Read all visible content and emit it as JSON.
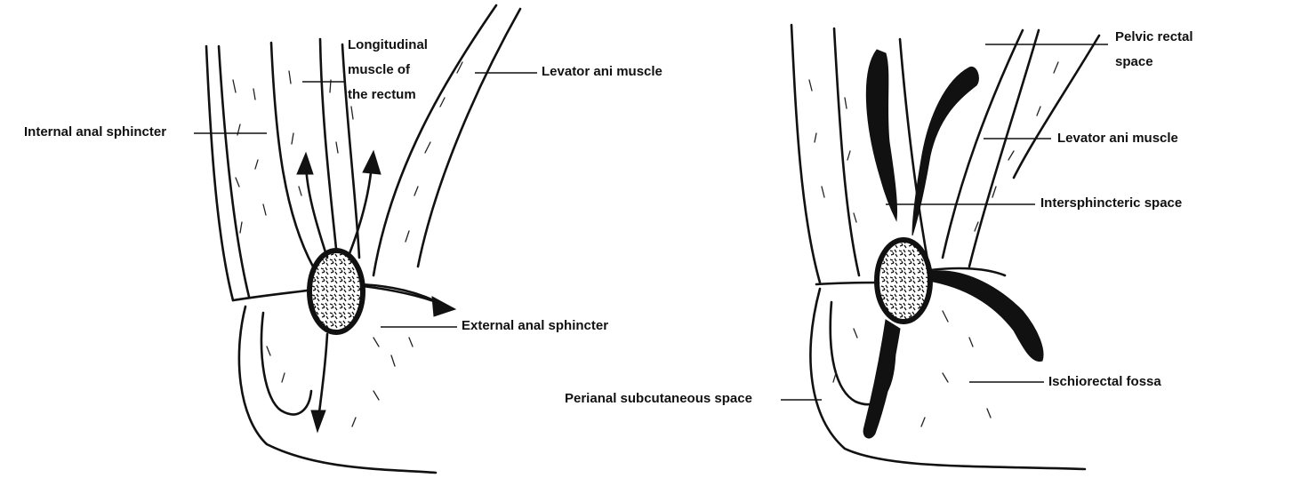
{
  "figures": [
    {
      "id": "left",
      "labels": {
        "longitudinal_1": "Longitudinal",
        "longitudinal_2": "muscle of",
        "longitudinal_3": "the rectum",
        "levator": "Levator ani muscle",
        "internal": "Internal anal sphincter",
        "external": "External anal sphincter"
      }
    },
    {
      "id": "right",
      "labels": {
        "pelvic_1": "Pelvic rectal",
        "pelvic_2": "space",
        "levator": "Levator ani muscle",
        "intersphincteric": "Intersphincteric space",
        "ischiorectal": "Ischiorectal fossa",
        "perianal": "Perianal subcutaneous space"
      }
    }
  ],
  "colors": {
    "ink": "#111111",
    "paper": "#ffffff"
  }
}
